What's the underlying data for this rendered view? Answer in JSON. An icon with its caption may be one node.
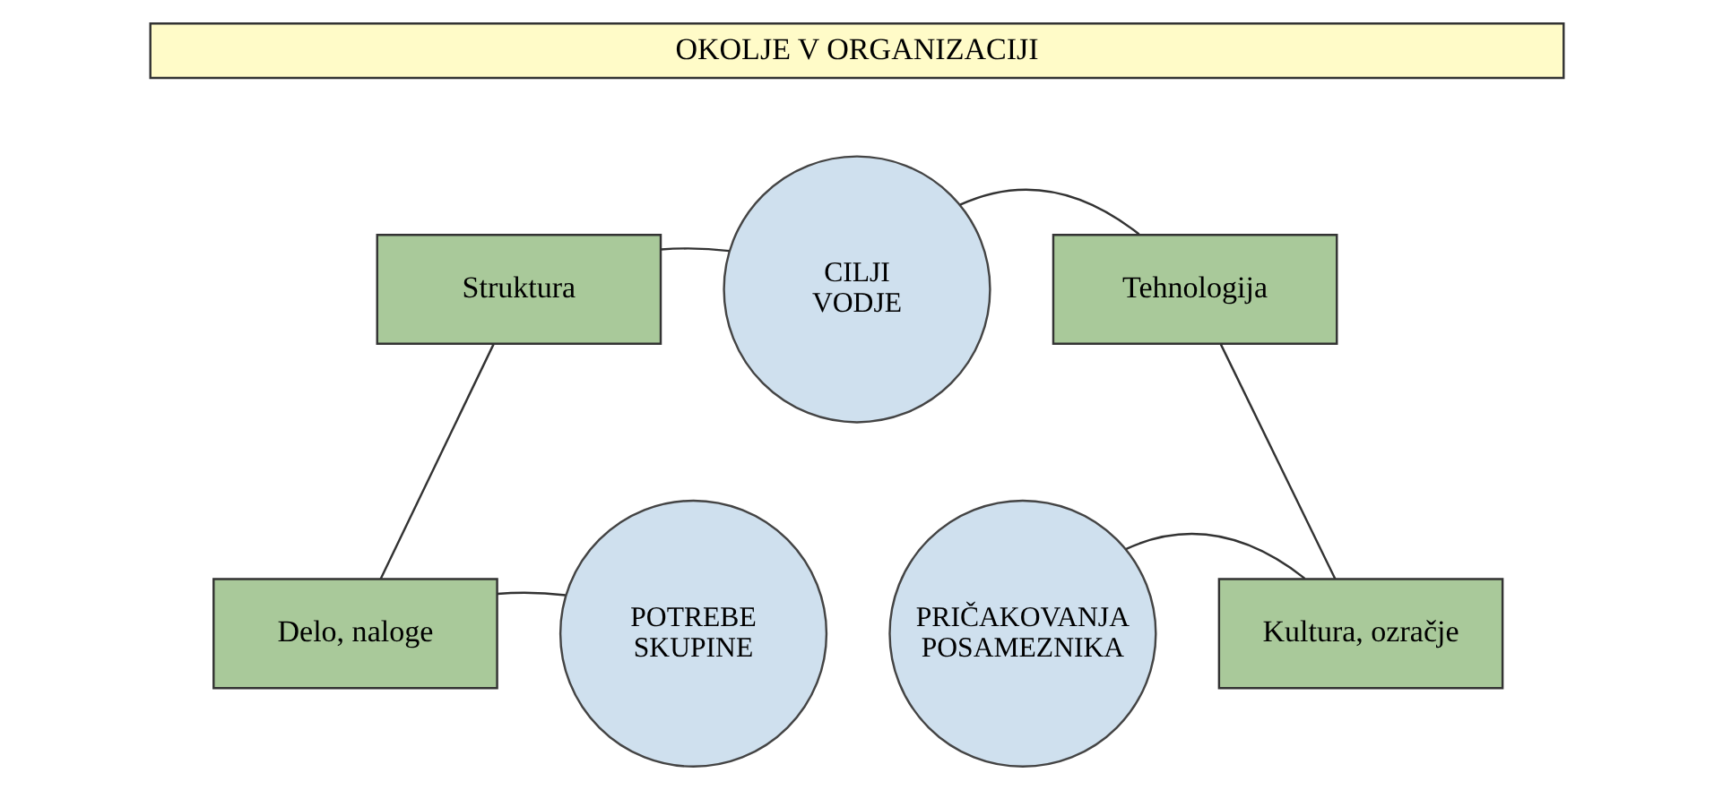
{
  "diagram": {
    "nodes": [
      {
        "text": [
          "OKOLJE V ORGANIZACIJI"
        ]
      },
      {
        "text": [
          "Struktura"
        ]
      },
      {
        "text": [
          "CILJI VODJE"
        ]
      },
      {
        "text": [
          "Tehnologija"
        ]
      },
      {
        "text": [
          "POTREBE SKUPINE"
        ]
      },
      {
        "text": [
          "PRIČAKOVANJA POSAMEZNIKA"
        ]
      },
      {
        "text": [
          "Delo, naloge"
        ]
      },
      {
        "text": [
          "Kultura, ozračje"
        ]
      }
    ],
    "edges": [
      {
        "from": 1,
        "to": 2,
        "arrow": "none"
      },
      {
        "from": 2,
        "to": 3,
        "arrow": "none"
      },
      {
        "from": 1,
        "to": 6,
        "arrow": "none"
      },
      {
        "from": 3,
        "to": 7,
        "arrow": "none"
      },
      {
        "from": 6,
        "to": 4,
        "arrow": "none"
      },
      {
        "from": 5,
        "to": 7,
        "arrow": "none"
      }
    ]
  }
}
